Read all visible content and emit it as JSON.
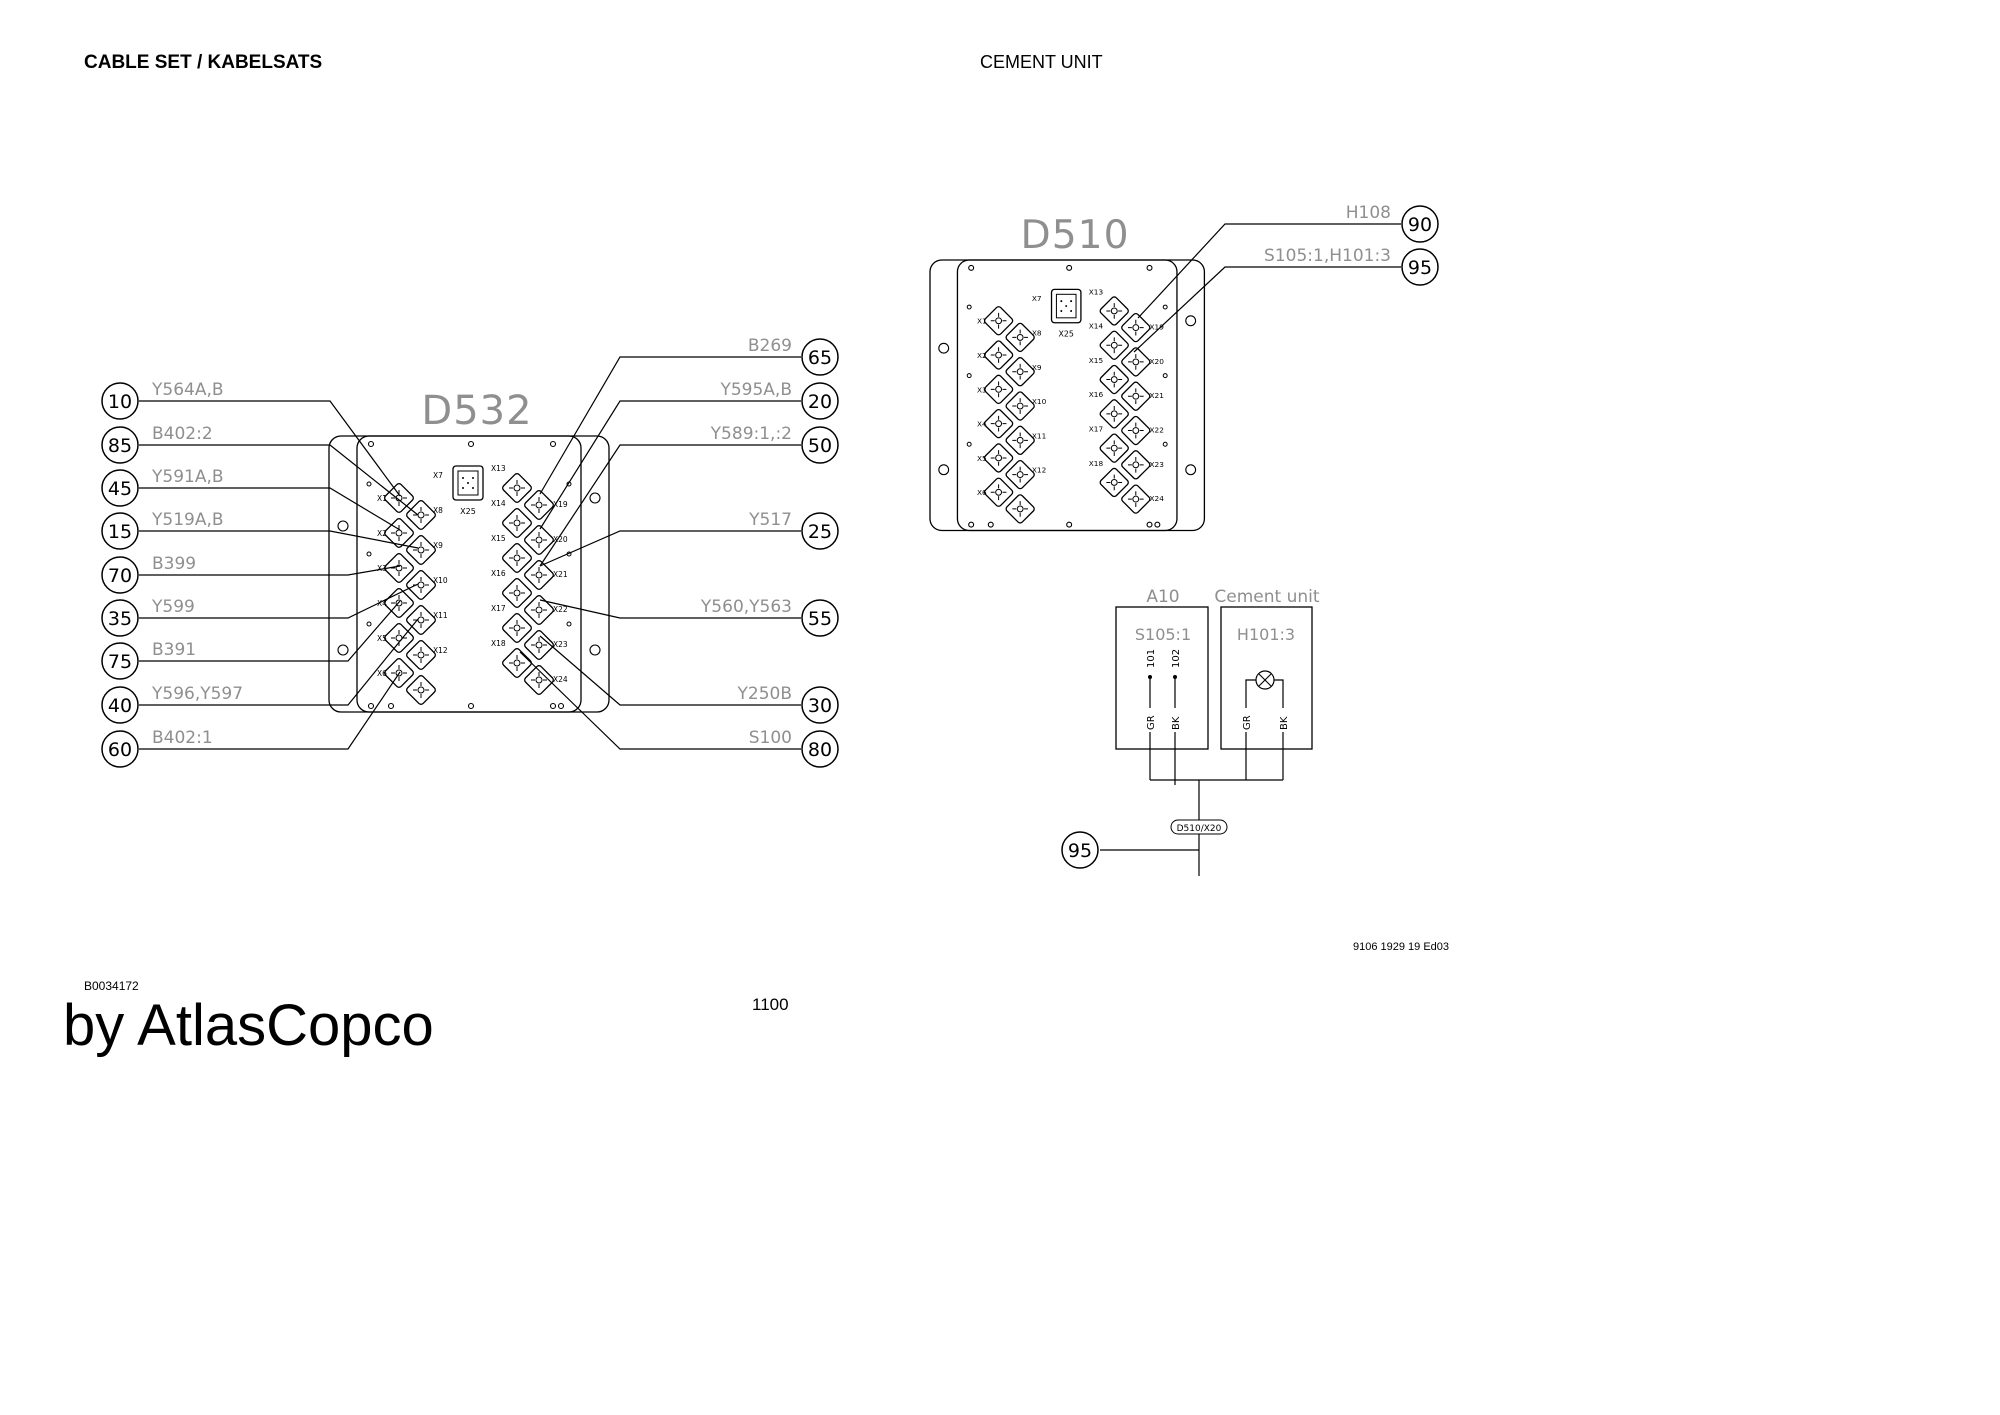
{
  "header": {
    "left_title": "CABLE SET / KABELSATS",
    "right_title": "CEMENT UNIT"
  },
  "footer": {
    "doc_ref": "9106 1929 19 Ed03",
    "drawing_id": "B0034172",
    "page_number": "1100",
    "watermark": "by AtlasCopco"
  },
  "d532": {
    "label": "D532",
    "center_connector": "X25",
    "left_connectors": [
      "X1",
      "X2",
      "X3",
      "X4",
      "X5",
      "X6"
    ],
    "mid_connectors": [
      "X7",
      "X8",
      "X9",
      "X10",
      "X11",
      "X12"
    ],
    "right_in_connectors": [
      "X13",
      "X14",
      "X15",
      "X16",
      "X17",
      "X18"
    ],
    "right_out_connectors": [
      "X19",
      "X20",
      "X21",
      "X22",
      "X23",
      "X24"
    ],
    "left_callouts": [
      {
        "num": "10",
        "label": "Y564A,B"
      },
      {
        "num": "85",
        "label": "B402:2"
      },
      {
        "num": "45",
        "label": "Y591A,B"
      },
      {
        "num": "15",
        "label": "Y519A,B"
      },
      {
        "num": "70",
        "label": "B399"
      },
      {
        "num": "35",
        "label": "Y599"
      },
      {
        "num": "75",
        "label": "B391"
      },
      {
        "num": "40",
        "label": "Y596,Y597"
      },
      {
        "num": "60",
        "label": "B402:1"
      }
    ],
    "right_callouts": [
      {
        "num": "65",
        "label": "B269"
      },
      {
        "num": "20",
        "label": "Y595A,B"
      },
      {
        "num": "50",
        "label": "Y589:1,:2"
      },
      {
        "num": "25",
        "label": "Y517"
      },
      {
        "num": "55",
        "label": "Y560,Y563"
      },
      {
        "num": "30",
        "label": "Y250B"
      },
      {
        "num": "80",
        "label": "S100"
      }
    ]
  },
  "d510": {
    "label": "D510",
    "center_connector": "X25",
    "left_connectors": [
      "X1",
      "X2",
      "X3",
      "X4",
      "X5",
      "X6"
    ],
    "mid_connectors": [
      "X7",
      "X8",
      "X9",
      "X10",
      "X11",
      "X12"
    ],
    "right_in_connectors": [
      "X13",
      "X14",
      "X15",
      "X16",
      "X17",
      "X18"
    ],
    "right_out_connectors": [
      "X19",
      "X20",
      "X21",
      "X22",
      "X23",
      "X24"
    ],
    "callouts": [
      {
        "num": "90",
        "label": "H108"
      },
      {
        "num": "95",
        "label": "S105:1,H101:3"
      }
    ]
  },
  "schematic": {
    "a10": {
      "title": "A10",
      "device": "S105:1",
      "pins": [
        "101",
        "102"
      ],
      "wires": [
        "GR",
        "BK"
      ]
    },
    "cement": {
      "title": "Cement unit",
      "device": "H101:3",
      "wires": [
        "GR",
        "BK"
      ]
    },
    "cable_tag": "D510/X20",
    "callout": "95"
  }
}
